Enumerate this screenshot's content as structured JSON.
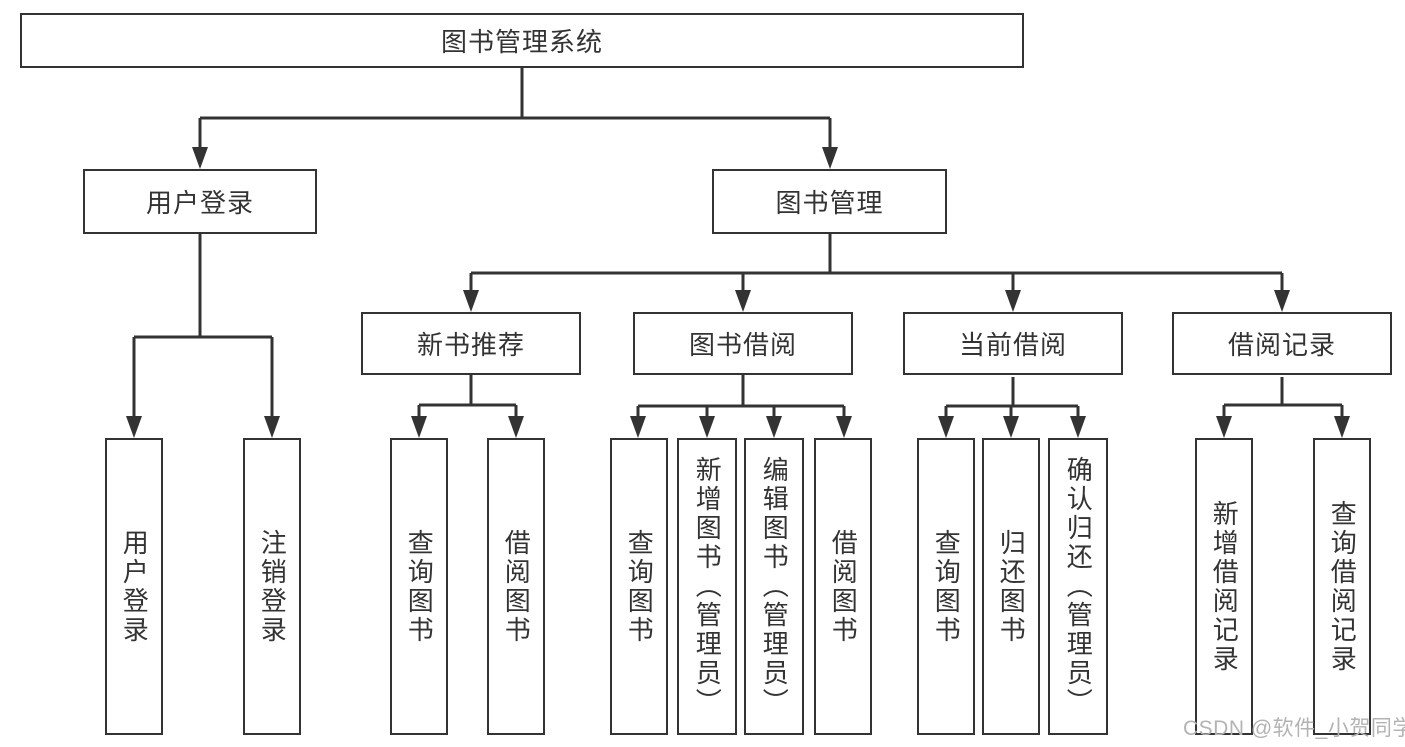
{
  "tree": {
    "root": "图书管理系统",
    "children": [
      {
        "label": "用户登录",
        "children": [
          "用户登录",
          "注销登录"
        ]
      },
      {
        "label": "图书管理",
        "children": [
          {
            "label": "新书推荐",
            "children": [
              "查询图书",
              "借阅图书"
            ]
          },
          {
            "label": "图书借阅",
            "children": [
              "查询图书",
              "新增图书（管理员）",
              "编辑图书（管理员）",
              "借阅图书"
            ]
          },
          {
            "label": "当前借阅",
            "children": [
              "查询图书",
              "归还图书",
              "确认归还（管理员）"
            ]
          },
          {
            "label": "借阅记录",
            "children": [
              "新增借阅记录",
              "查询借阅记录"
            ]
          }
        ]
      }
    ]
  },
  "watermark": {
    "text": "CSDN @软件_小贺同学"
  },
  "colors": {
    "line": "#333333",
    "box_border": "#333333",
    "text": "#333333",
    "watermark_text": "#b3b3b3",
    "background": "#ffffff"
  }
}
